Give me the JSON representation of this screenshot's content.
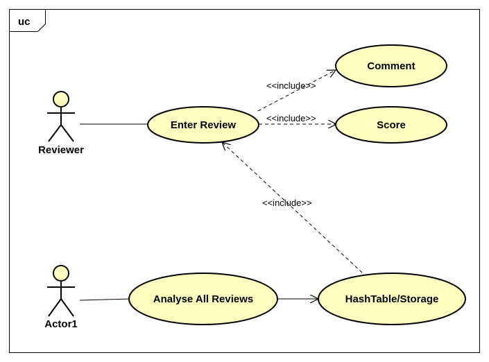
{
  "frame": {
    "label": "uc"
  },
  "actors": [
    {
      "id": "reviewer",
      "label": "Reviewer"
    },
    {
      "id": "actor1",
      "label": "Actor1"
    }
  ],
  "use_cases": [
    {
      "id": "comment",
      "label": "Comment"
    },
    {
      "id": "enter_review",
      "label": "Enter Review"
    },
    {
      "id": "score",
      "label": "Score"
    },
    {
      "id": "analyse",
      "label": "Analyse All Reviews"
    },
    {
      "id": "storage",
      "label": "HashTable/Storage"
    }
  ],
  "relationships": [
    {
      "type": "association",
      "from": "Reviewer",
      "to": "Enter Review"
    },
    {
      "type": "association",
      "from": "Actor1",
      "to": "Analyse All Reviews"
    },
    {
      "type": "include",
      "from": "Enter Review",
      "to": "Comment",
      "label": "<<include>>"
    },
    {
      "type": "include",
      "from": "Enter Review",
      "to": "Score",
      "label": "<<include>>"
    },
    {
      "type": "include",
      "from": "HashTable/Storage",
      "to": "Enter Review",
      "label": "<<include>>"
    },
    {
      "type": "directed-association",
      "from": "Analyse All Reviews",
      "to": "HashTable/Storage"
    }
  ],
  "colors": {
    "use_case_fill": "#ffffc0",
    "actor_fill": "#ffffc0",
    "stroke": "#000000",
    "background": "#ffffff"
  }
}
